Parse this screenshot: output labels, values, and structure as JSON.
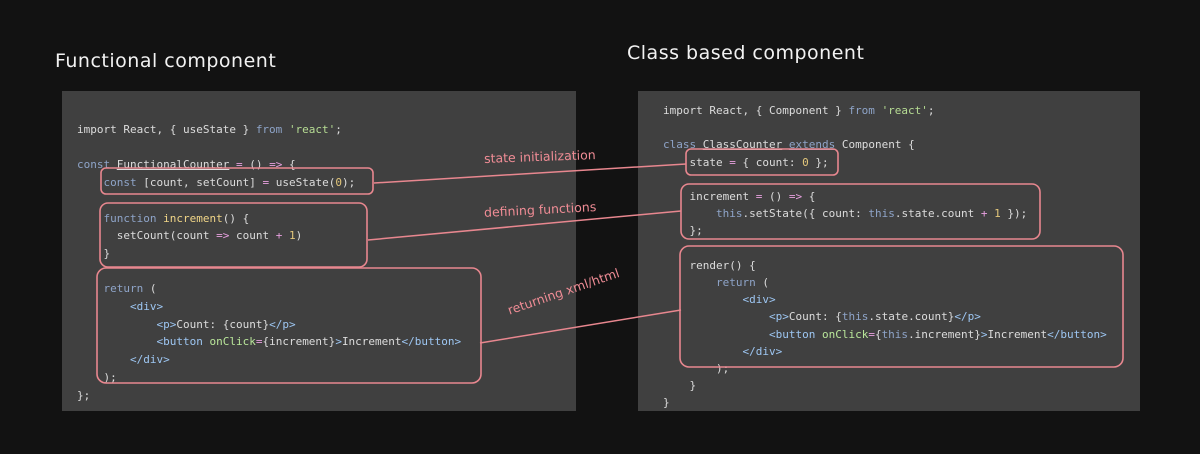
{
  "headings": {
    "left": "Functional component",
    "right": "Class based component"
  },
  "annotations": {
    "state": "state initialization",
    "functions": "defining functions",
    "returning": "returning xml/html"
  },
  "left_code": [
    [
      [
        "t-p",
        "import React, { useState } "
      ],
      [
        "t-kw",
        "from"
      ],
      [
        "t-p",
        " "
      ],
      [
        "t-str",
        "'react'"
      ],
      [
        "t-p",
        ";"
      ]
    ],
    [],
    [
      [
        "t-kw",
        "const"
      ],
      [
        "t-p",
        " "
      ],
      [
        "t-ul t-p",
        "FunctionalCounter"
      ],
      [
        "t-p",
        " "
      ],
      [
        "t-op",
        "="
      ],
      [
        "t-p",
        " () "
      ],
      [
        "t-op",
        "=>"
      ],
      [
        "t-p",
        " {"
      ]
    ],
    [
      [
        "t-p",
        "    "
      ],
      [
        "t-kw",
        "const"
      ],
      [
        "t-p",
        " [count, setCount] "
      ],
      [
        "t-op",
        "="
      ],
      [
        "t-p",
        " useState("
      ],
      [
        "t-num",
        "0"
      ],
      [
        "t-p",
        ");"
      ]
    ],
    [],
    [
      [
        "t-p",
        "    "
      ],
      [
        "t-kw",
        "function"
      ],
      [
        "t-p",
        " "
      ],
      [
        "t-fn",
        "increment"
      ],
      [
        "t-p",
        "() {"
      ]
    ],
    [
      [
        "t-p",
        "      setCount(count "
      ],
      [
        "t-op",
        "=>"
      ],
      [
        "t-p",
        " count "
      ],
      [
        "t-op",
        "+"
      ],
      [
        "t-p",
        " "
      ],
      [
        "t-num",
        "1"
      ],
      [
        "t-p",
        ")"
      ]
    ],
    [
      [
        "t-p",
        "    }"
      ]
    ],
    [],
    [
      [
        "t-p",
        "    "
      ],
      [
        "t-kw",
        "return"
      ],
      [
        "t-p",
        " ("
      ]
    ],
    [
      [
        "t-p",
        "        "
      ],
      [
        "t-tag",
        "<div>"
      ]
    ],
    [
      [
        "t-p",
        "            "
      ],
      [
        "t-tag",
        "<p>"
      ],
      [
        "t-p",
        "Count: {count}"
      ],
      [
        "t-tag",
        "</p>"
      ]
    ],
    [
      [
        "t-p",
        "            "
      ],
      [
        "t-tag",
        "<button"
      ],
      [
        "t-p",
        " "
      ],
      [
        "t-attr",
        "onClick"
      ],
      [
        "t-op",
        "="
      ],
      [
        "t-p",
        "{increment}"
      ],
      [
        "t-tag",
        ">"
      ],
      [
        "t-p",
        "Increment"
      ],
      [
        "t-tag",
        "</button>"
      ]
    ],
    [
      [
        "t-p",
        "        "
      ],
      [
        "t-tag",
        "</div>"
      ]
    ],
    [
      [
        "t-p",
        "    );"
      ]
    ],
    [
      [
        "t-p",
        "};"
      ]
    ]
  ],
  "right_code": [
    [
      [
        "t-p",
        "import React, { Component } "
      ],
      [
        "t-kw",
        "from"
      ],
      [
        "t-p",
        " "
      ],
      [
        "t-str",
        "'react'"
      ],
      [
        "t-p",
        ";"
      ]
    ],
    [],
    [
      [
        "t-kw",
        "class"
      ],
      [
        "t-p",
        " "
      ],
      [
        "t-ul t-p",
        "ClassCounter"
      ],
      [
        "t-p",
        " "
      ],
      [
        "t-ul t-kw",
        "extends"
      ],
      [
        "t-p",
        " Component {"
      ]
    ],
    [
      [
        "t-p",
        "    state "
      ],
      [
        "t-op",
        "="
      ],
      [
        "t-p",
        " { count: "
      ],
      [
        "t-num",
        "0"
      ],
      [
        "t-p",
        " };"
      ]
    ],
    [],
    [
      [
        "t-p",
        "    increment "
      ],
      [
        "t-op",
        "="
      ],
      [
        "t-p",
        " () "
      ],
      [
        "t-op",
        "=>"
      ],
      [
        "t-p",
        " {"
      ]
    ],
    [
      [
        "t-p",
        "        "
      ],
      [
        "t-kw",
        "this"
      ],
      [
        "t-p",
        ".setState({ count: "
      ],
      [
        "t-kw",
        "this"
      ],
      [
        "t-p",
        ".state.count "
      ],
      [
        "t-op",
        "+"
      ],
      [
        "t-p",
        " "
      ],
      [
        "t-num",
        "1"
      ],
      [
        "t-p",
        " });"
      ]
    ],
    [
      [
        "t-p",
        "    };"
      ]
    ],
    [],
    [
      [
        "t-p",
        "    render() {"
      ]
    ],
    [
      [
        "t-p",
        "        "
      ],
      [
        "t-kw",
        "return"
      ],
      [
        "t-p",
        " ("
      ]
    ],
    [
      [
        "t-p",
        "            "
      ],
      [
        "t-tag",
        "<div>"
      ]
    ],
    [
      [
        "t-p",
        "                "
      ],
      [
        "t-tag",
        "<p>"
      ],
      [
        "t-p",
        "Count: {"
      ],
      [
        "t-kw",
        "this"
      ],
      [
        "t-p",
        ".state.count}"
      ],
      [
        "t-tag",
        "</p>"
      ]
    ],
    [
      [
        "t-p",
        "                "
      ],
      [
        "t-tag",
        "<button"
      ],
      [
        "t-p",
        " "
      ],
      [
        "t-attr",
        "onClick"
      ],
      [
        "t-op",
        "="
      ],
      [
        "t-p",
        "{"
      ],
      [
        "t-kw",
        "this"
      ],
      [
        "t-p",
        ".increment}"
      ],
      [
        "t-tag",
        ">"
      ],
      [
        "t-p",
        "Increment"
      ],
      [
        "t-tag",
        "</button>"
      ]
    ],
    [
      [
        "t-p",
        "            "
      ],
      [
        "t-tag",
        "</div>"
      ]
    ],
    [
      [
        "t-p",
        "        );"
      ]
    ],
    [
      [
        "t-p",
        "    }"
      ]
    ],
    [
      [
        "t-p",
        "}"
      ]
    ]
  ]
}
